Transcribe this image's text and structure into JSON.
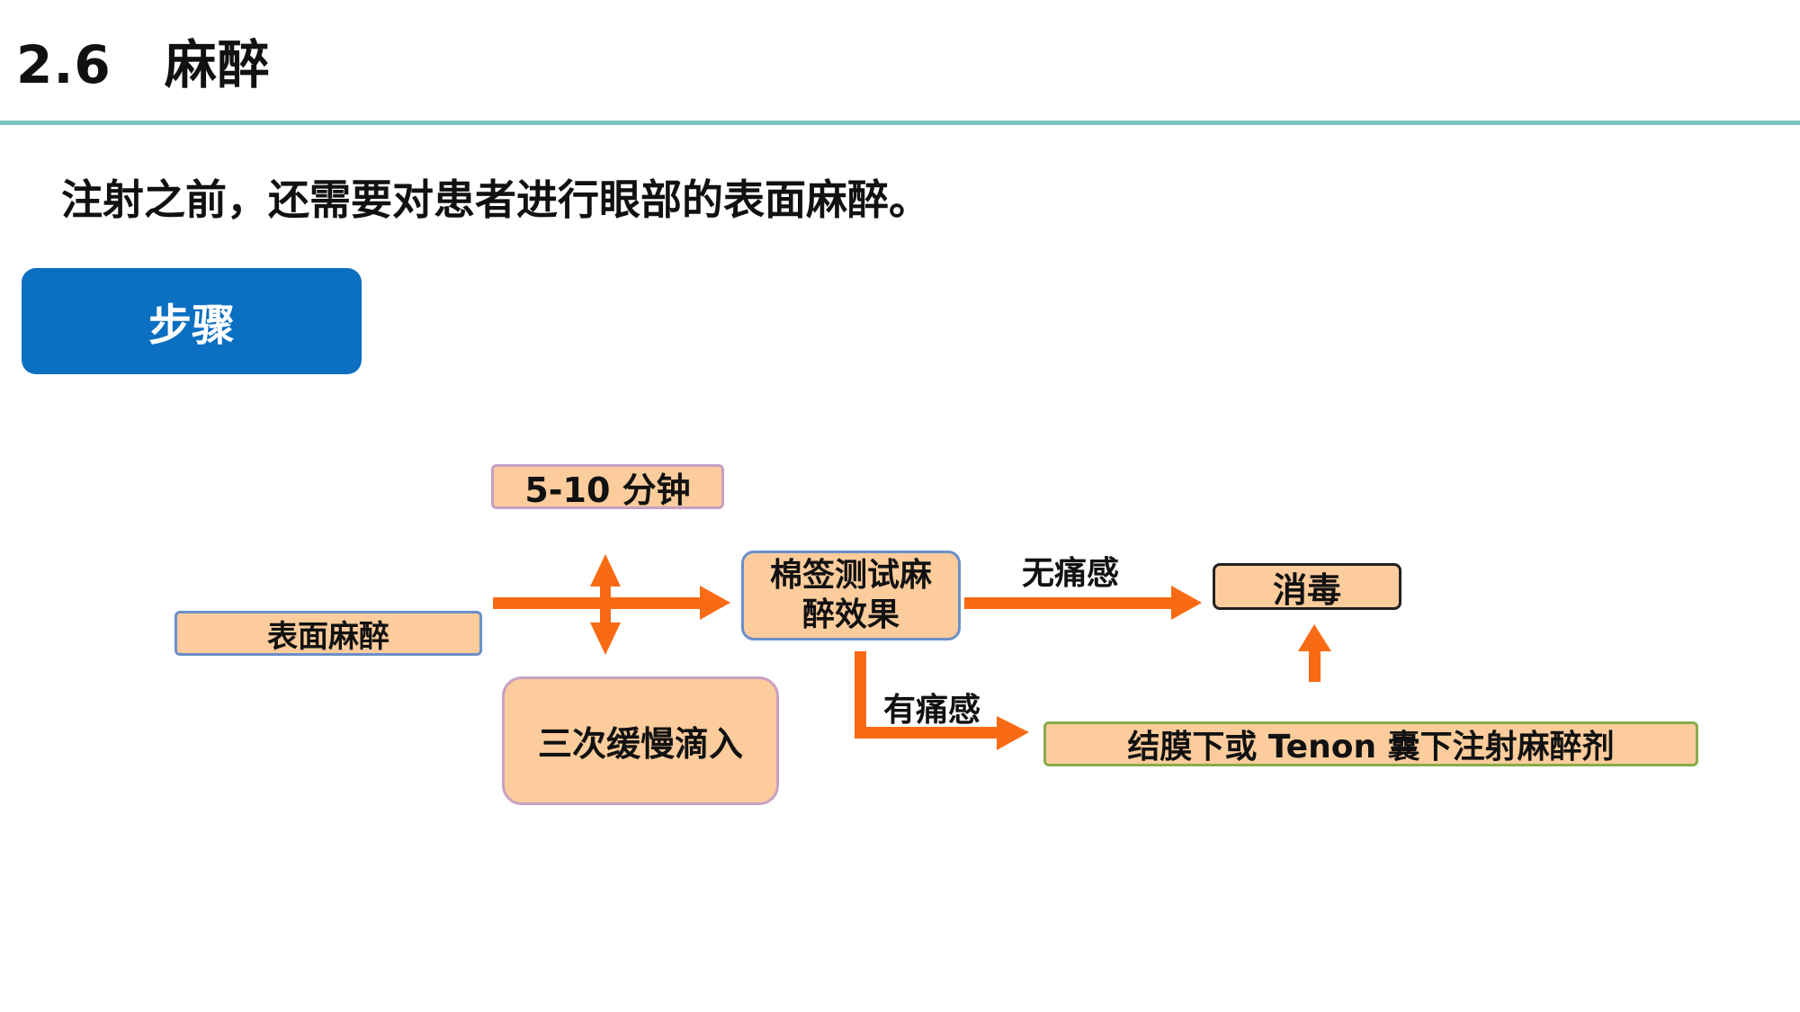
{
  "header": {
    "section_title": "2.6　麻醉",
    "rule_color": "#7ac3c1"
  },
  "intro_text": "注射之前，还需要对患者进行眼部的表面麻醉。",
  "steps_badge": {
    "label": "步骤",
    "color": "#0b6fc2"
  },
  "flow": {
    "arrow_color": "#f96a14",
    "node_fill": "#fccc9c",
    "nodes": {
      "surface_anesthesia": "表面麻醉",
      "wait_time": "5-10 分钟",
      "triple_drip": "三次缓慢滴入",
      "cotton_test": "棉签测试麻醉效果",
      "disinfection": "消毒",
      "subconj_injection": "结膜下或 Tenon 囊下注射麻醉剂"
    },
    "edge_labels": {
      "no_pain": "无痛感",
      "has_pain": "有痛感"
    }
  }
}
